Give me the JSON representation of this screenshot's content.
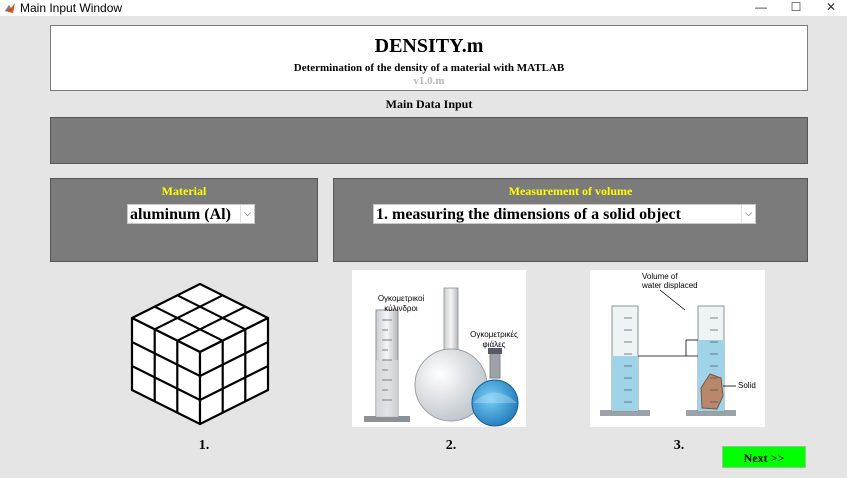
{
  "window": {
    "title": "Main Input Window",
    "minimize": "—",
    "maximize": "☐",
    "close": "✕"
  },
  "header": {
    "title": "DENSITY.m",
    "subtitle": "Determination of the density of a material with MATLAB",
    "version": "v1.0.m"
  },
  "section_label": "Main Data Input",
  "material": {
    "label": "Material",
    "selected": "aluminum (Al)"
  },
  "volume": {
    "label": "Measurement of volume",
    "selected": "1. measuring the dimensions of a solid object"
  },
  "figures": {
    "fig1_label": "1.",
    "fig2_label": "2.",
    "fig3_label": "3.",
    "fig2_text_cylinders_1": "Ογκομετρικοί",
    "fig2_text_cylinders_2": "κύλινδροι",
    "fig2_text_flasks_1": "Ογκομετρικές",
    "fig2_text_flasks_2": "φιάλες",
    "fig3_text_volume_1": "Volume of",
    "fig3_text_volume_2": "water displaced",
    "fig3_text_solid": "Solid"
  },
  "next_button": "Next >>",
  "colors": {
    "panel": "#7b7b7b",
    "label_yellow": "#ffff00",
    "next_green": "#00ff00",
    "water": "#9fd4e8"
  }
}
